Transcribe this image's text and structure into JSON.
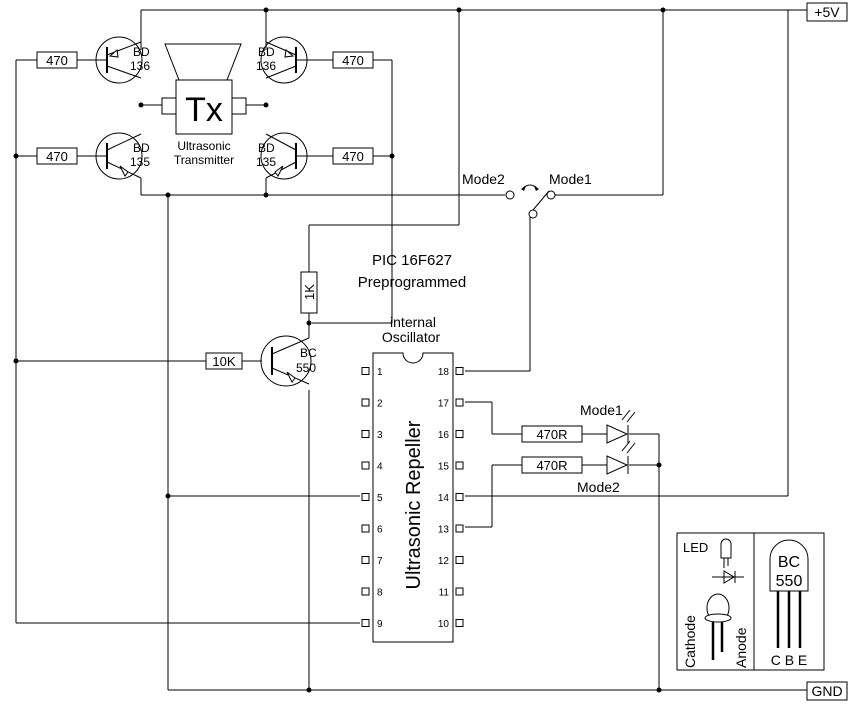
{
  "rails": {
    "vcc": "+5V",
    "gnd": "GND"
  },
  "transistors": {
    "q1": [
      "BD",
      "136"
    ],
    "q2": [
      "BD",
      "136"
    ],
    "q3": [
      "BD",
      "135"
    ],
    "q4": [
      "BD",
      "135"
    ],
    "q5": [
      "BC",
      "550"
    ]
  },
  "resistors": {
    "r1": "470",
    "r2": "470",
    "r3": "470",
    "r4": "470",
    "r5": "1K",
    "r6": "10K",
    "r7": "470R",
    "r8": "470R"
  },
  "transmitter": {
    "symbol": "Tx",
    "label_line1": "Ultrasonic",
    "label_line2": "Transmitter"
  },
  "switch": {
    "mode2": "Mode2",
    "mode1": "Mode1"
  },
  "mcu": {
    "name_line1": "PIC 16F627",
    "name_line2": "Preprogrammed",
    "osc_line1": "internal",
    "osc_line2": "Oscillator",
    "chip_label": "Ultrasonic Repeller",
    "left_pins": [
      "1",
      "2",
      "3",
      "4",
      "5",
      "6",
      "7",
      "8",
      "9"
    ],
    "right_pins": [
      "18",
      "17",
      "16",
      "15",
      "14",
      "13",
      "12",
      "11",
      "10"
    ]
  },
  "leds": {
    "led1": "Mode1",
    "led2": "Mode2"
  },
  "legend": {
    "led_title": "LED",
    "cathode": "Cathode",
    "anode": "Anode",
    "bc_line1": "BC",
    "bc_line2": "550",
    "pins": "C B E"
  }
}
